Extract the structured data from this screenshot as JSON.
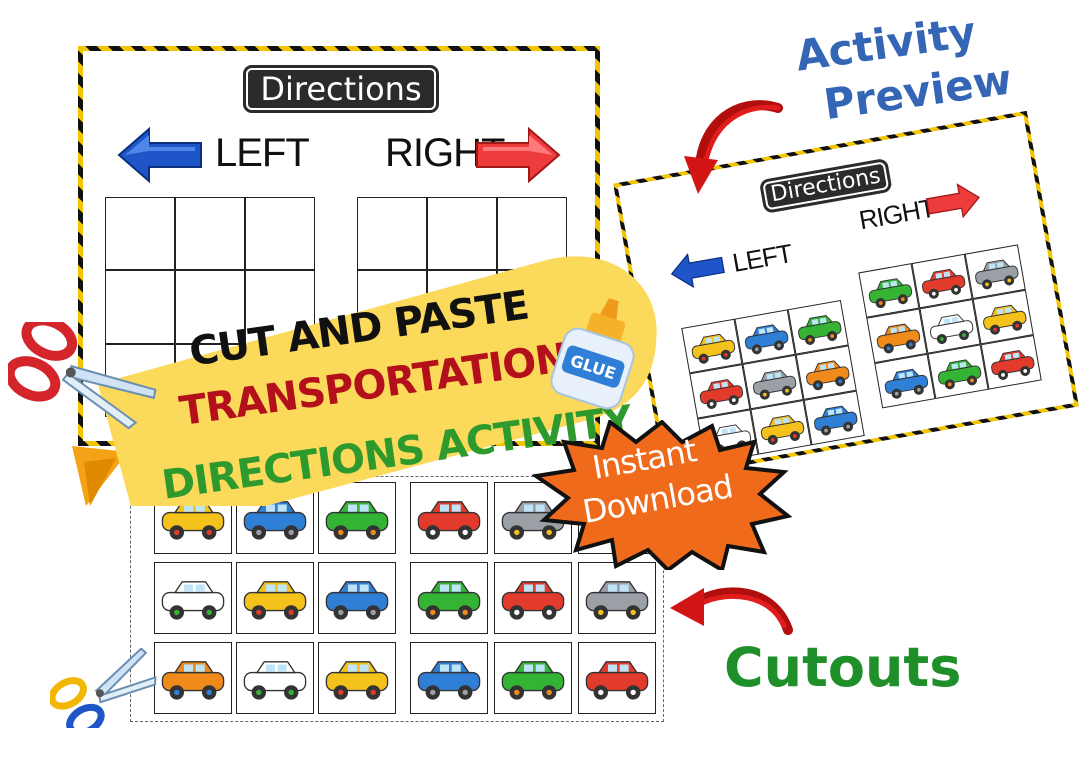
{
  "worksheet": {
    "title": "Directions",
    "left_label": "LEFT",
    "right_label": "RIGHT"
  },
  "banner": {
    "line1": "CUT AND PASTE",
    "line2": "TRANSPORTATION",
    "line3": "DIRECTIONS ACTIVITY",
    "glue_label": "GLUE"
  },
  "burst": {
    "line1": "Instant",
    "line2": "Download"
  },
  "preview": {
    "heading_line1": "Activity",
    "heading_line2": "Preview",
    "title": "Directions",
    "left_label": "LEFT",
    "right_label": "RIGHT"
  },
  "cutouts": {
    "heading": "Cutouts"
  },
  "colors": {
    "banner_yellow": "#fbd95a",
    "black_text": "#111111",
    "red_text": "#b3101c",
    "green_text": "#2e9a2e",
    "heading_blue": "#3565b5",
    "cutouts_green": "#1f8f2a",
    "burst_orange": "#f06a1b",
    "arrow_left_blue": "#1e56c9",
    "arrow_right_red": "#ee3b3b"
  },
  "icons": [
    "scissors-icon",
    "glue-bottle-icon",
    "left-arrow-icon",
    "right-arrow-icon",
    "curved-red-arrow-icon",
    "vehicle-icon"
  ]
}
